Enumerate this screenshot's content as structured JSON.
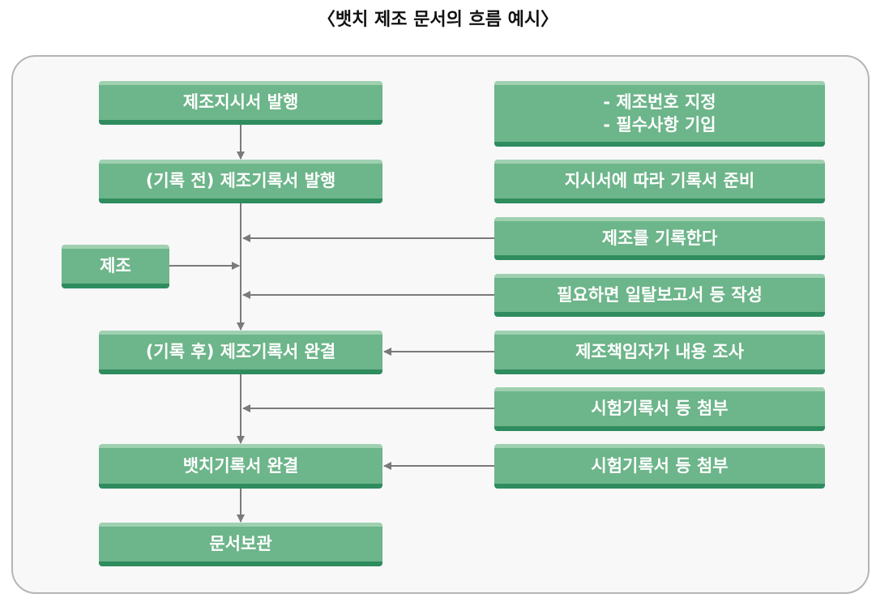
{
  "title": "〈뱃치 제조 문서의 흐름 예시〉",
  "left_steps": [
    "제조지시서 발행",
    "(기록 전) 제조기록서 발행",
    "(기록 후) 제조기록서 완결",
    "뱃치기록서 완결",
    "문서보관"
  ],
  "side_input": "제조",
  "right_notes": [
    "- 제조번호 지정\n- 필수사항 기입",
    "지시서에 따라 기록서 준비",
    "제조를 기록한다",
    "필요하면 일탈보고서 등 작성",
    "제조책임자가 내용 조사",
    "시험기록서 등 첨부",
    "시험기록서 등 첨부"
  ],
  "colors": {
    "box": "#6db58a",
    "box_top": "#9fd0b0",
    "box_bottom": "#2f8c5f",
    "arrow": "#7a7a7a"
  }
}
